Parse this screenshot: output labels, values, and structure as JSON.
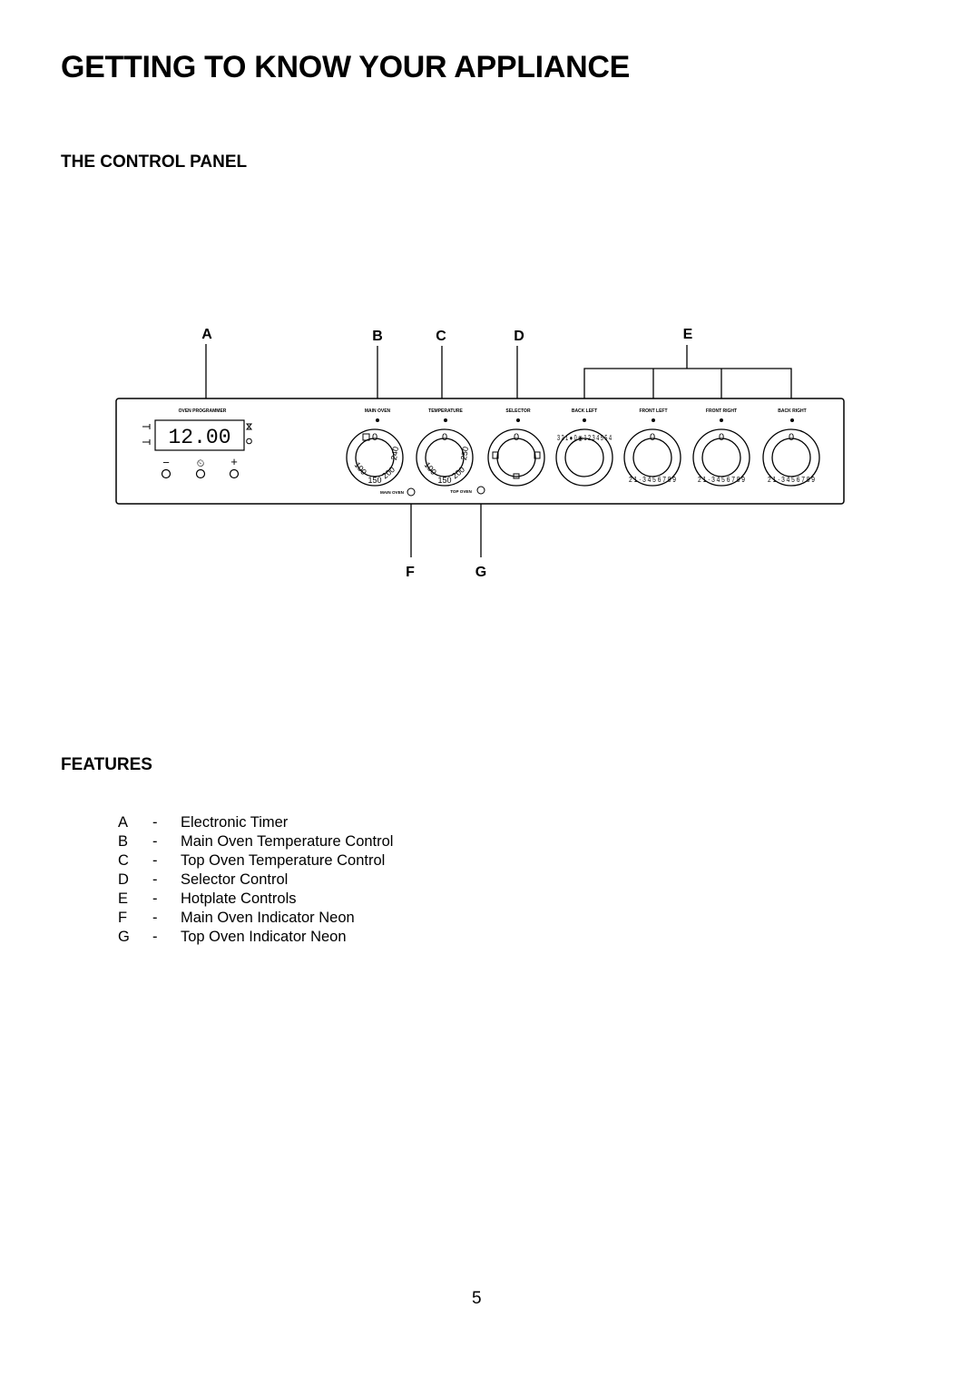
{
  "page": {
    "title": "GETTING TO KNOW YOUR APPLIANCE",
    "section_control_panel": "THE CONTROL PANEL",
    "section_features": "FEATURES",
    "page_number": "5"
  },
  "panel": {
    "callouts": [
      "A",
      "B",
      "C",
      "D",
      "E",
      "F",
      "G"
    ],
    "programmer_label": "OVEN PROGRAMMER",
    "display_time": "12.00",
    "programmer_buttons": [
      "−",
      "⏲",
      "+"
    ],
    "knob_labels": [
      "MAIN OVEN",
      "TEMPERATURE",
      "SELECTOR",
      "BACK LEFT",
      "FRONT LEFT",
      "FRONT RIGHT",
      "BACK RIGHT"
    ],
    "neon_labels": [
      "MAIN OVEN",
      "TOP OVEN"
    ],
    "knob_zero": "0",
    "main_oven_scale": [
      "100",
      "150",
      "200",
      "240"
    ],
    "top_oven_scale": [
      "100",
      "150",
      "200",
      "250"
    ],
    "back_left_scale": "3 2 1 ● 0 ◉ 1 2 3 4 5 5 4",
    "hotplate_scale": "2 1 · 3 4 5 6 7 8 9"
  },
  "features": [
    {
      "letter": "A",
      "dash": "-",
      "text": "Electronic Timer"
    },
    {
      "letter": "B",
      "dash": "-",
      "text": "Main Oven Temperature Control"
    },
    {
      "letter": "C",
      "dash": "-",
      "text": "Top Oven Temperature Control"
    },
    {
      "letter": "D",
      "dash": "-",
      "text": "Selector Control"
    },
    {
      "letter": "E",
      "dash": "-",
      "text": "Hotplate Controls"
    },
    {
      "letter": "F",
      "dash": "-",
      "text": "Main Oven Indicator Neon"
    },
    {
      "letter": "G",
      "dash": "-",
      "text": "Top Oven Indicator Neon"
    }
  ]
}
